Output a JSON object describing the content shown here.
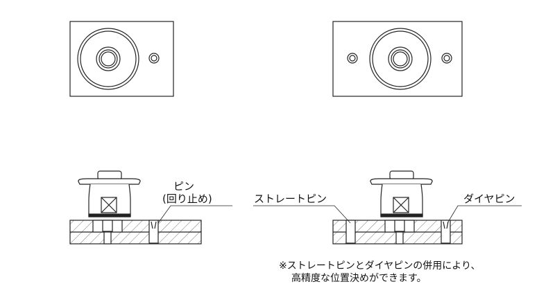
{
  "labels": {
    "pin": "ピン",
    "pin_sub": "(回り止め)",
    "straight_pin": "ストレートピン",
    "diamond_pin": "ダイヤピン"
  },
  "note": {
    "line1": "※ストレートピンとダイヤピンの併用により、",
    "line2": "高精度な位置決めができます。"
  }
}
